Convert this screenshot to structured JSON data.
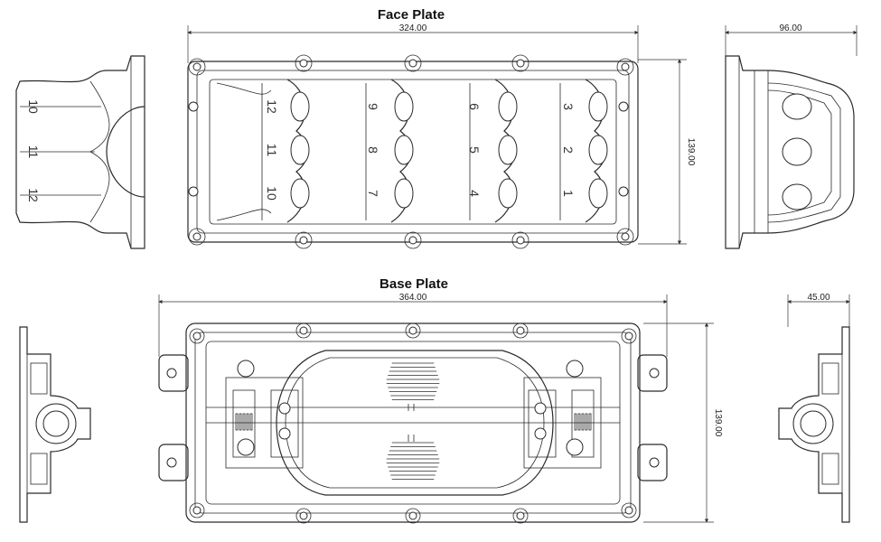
{
  "face_plate": {
    "title": "Face Plate",
    "dim_width": "324.00",
    "dim_height": "139.00",
    "dim_side": "96.00",
    "side_ports": [
      "10",
      "11",
      "12"
    ],
    "ports": [
      {
        "col": 0,
        "row": 0,
        "label": "12"
      },
      {
        "col": 0,
        "row": 1,
        "label": "11"
      },
      {
        "col": 0,
        "row": 2,
        "label": "10"
      },
      {
        "col": 1,
        "row": 0,
        "label": "9"
      },
      {
        "col": 1,
        "row": 1,
        "label": "8"
      },
      {
        "col": 1,
        "row": 2,
        "label": "7"
      },
      {
        "col": 2,
        "row": 0,
        "label": "6"
      },
      {
        "col": 2,
        "row": 1,
        "label": "5"
      },
      {
        "col": 2,
        "row": 2,
        "label": "4"
      },
      {
        "col": 3,
        "row": 0,
        "label": "3"
      },
      {
        "col": 3,
        "row": 1,
        "label": "2"
      },
      {
        "col": 3,
        "row": 2,
        "label": "1"
      }
    ]
  },
  "base_plate": {
    "title": "Base Plate",
    "dim_width": "364.00",
    "dim_height": "139.00",
    "dim_side": "45.00"
  }
}
